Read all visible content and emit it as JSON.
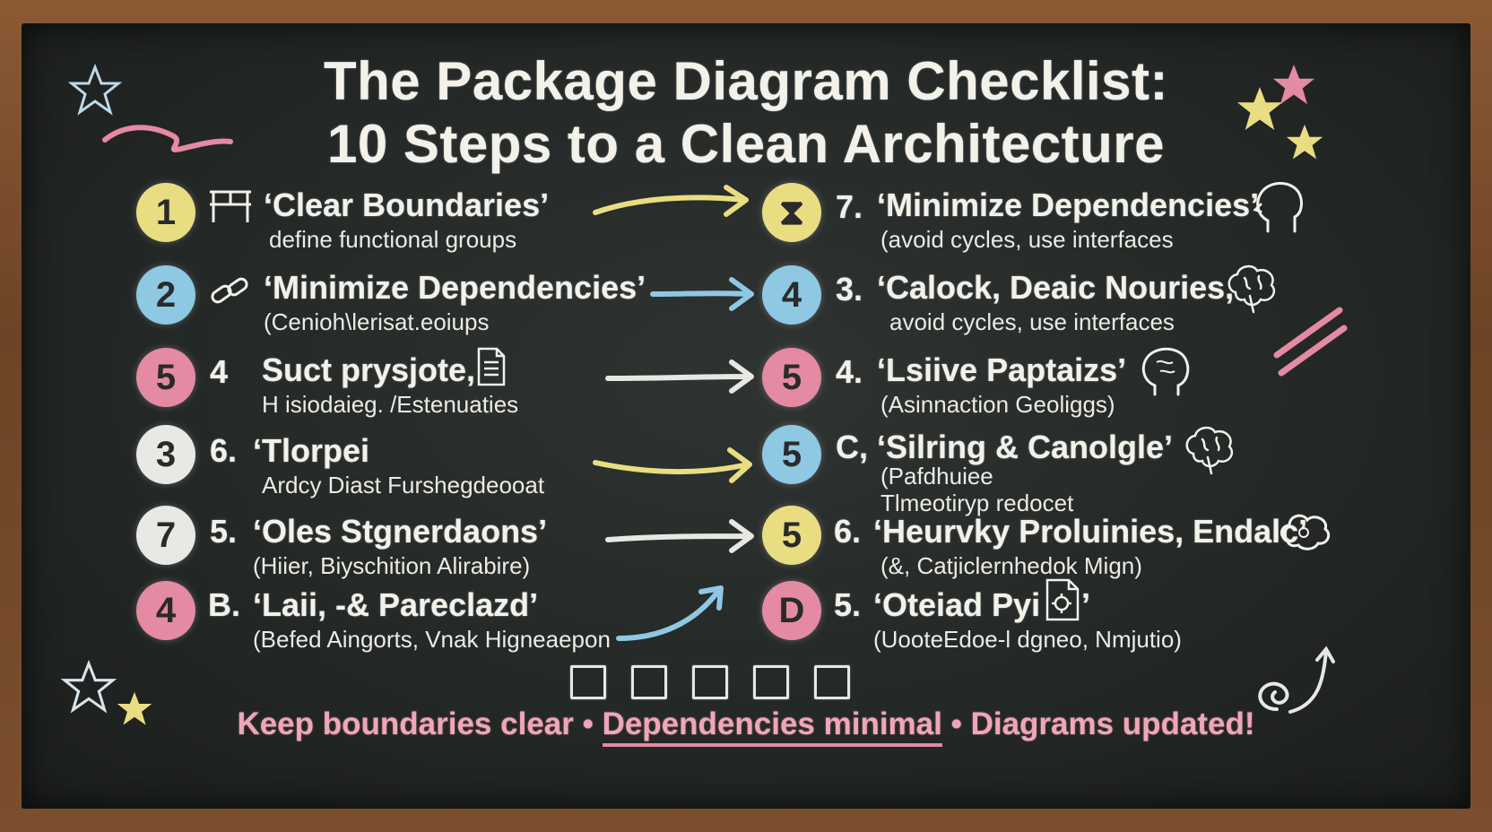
{
  "title": {
    "line1": "The Package Diagram Checklist:",
    "line2": "10 Steps to a Clean Architecture"
  },
  "left_items": [
    {
      "badge": "1",
      "number": "",
      "heading": "‘Clear Boundaries’",
      "sub": "define functional groups",
      "icon": "boundary-fence-icon"
    },
    {
      "badge": "2",
      "number": "",
      "heading": "‘Minimize Dependencies’",
      "sub": "(Cenioh\\lerisat.eoiups",
      "icon": "chain-link-icon"
    },
    {
      "badge": "5",
      "number": "4",
      "heading": "Suct prysjote,",
      "sub": "H isiodaieg. /Estenuaties",
      "icon": "document-icon"
    },
    {
      "badge": "3",
      "number": "6.",
      "heading": "‘Tlorpei",
      "sub": "Ardcy Diast Furshegdeooat",
      "icon": ""
    },
    {
      "badge": "7",
      "number": "5.",
      "heading": "‘Oles Stgnerdaons’",
      "sub": "(Hiier, Biyschition Alirabire)",
      "icon": ""
    },
    {
      "badge": "4",
      "number": "B.",
      "heading": "‘Laii, -& Pareclazd’",
      "sub": "(Befed Aingorts, Vnak Higneaepon",
      "icon": ""
    }
  ],
  "right_items": [
    {
      "badge": "⧗",
      "number": "7.",
      "heading": "‘Minimize Dependencies’",
      "sub": "(avoid cycles, use interfaces",
      "icon": "head-icon"
    },
    {
      "badge": "4",
      "number": "3.",
      "heading": "‘Calock, Deaic Nouries,",
      "sub": "avoid cycles, use interfaces",
      "icon": "brain-icon"
    },
    {
      "badge": "5",
      "number": "4.",
      "heading": "‘Lsiive Paptaizs’",
      "sub": "(Asinnaction Geoliggs)",
      "icon": "head-globe-icon"
    },
    {
      "badge": "5",
      "number": "C,",
      "heading": "‘Silring & Canolgle’",
      "sub": "(Pafdhuiee",
      "sub2": "Tlmeotiryp redocet",
      "icon": "brain-icon"
    },
    {
      "badge": "5",
      "number": "6.",
      "heading": "‘Heurvky Proluinies, Endalc’",
      "sub": "(&, Catjiclernhedok Mign)",
      "icon": "cloud-brain-icon"
    },
    {
      "badge": "D",
      "number": "5.",
      "heading": "‘Oteiad Pyi",
      "heading_end": "’",
      "sub": "(UooteEdoe-l dgneo, Nmjutio)",
      "icon": "gear-document-icon"
    }
  ],
  "footer": {
    "part1": "Keep boundaries clear",
    "sep": " • ",
    "part2": "Dependencies minimal",
    "part3": "Diagrams updated!"
  },
  "colors": {
    "yellow": "#e9dd82",
    "blue": "#8ec8e3",
    "pink": "#e48aa2",
    "white": "#e8e8e4",
    "board": "#242826",
    "frame": "#7b4f2d"
  }
}
